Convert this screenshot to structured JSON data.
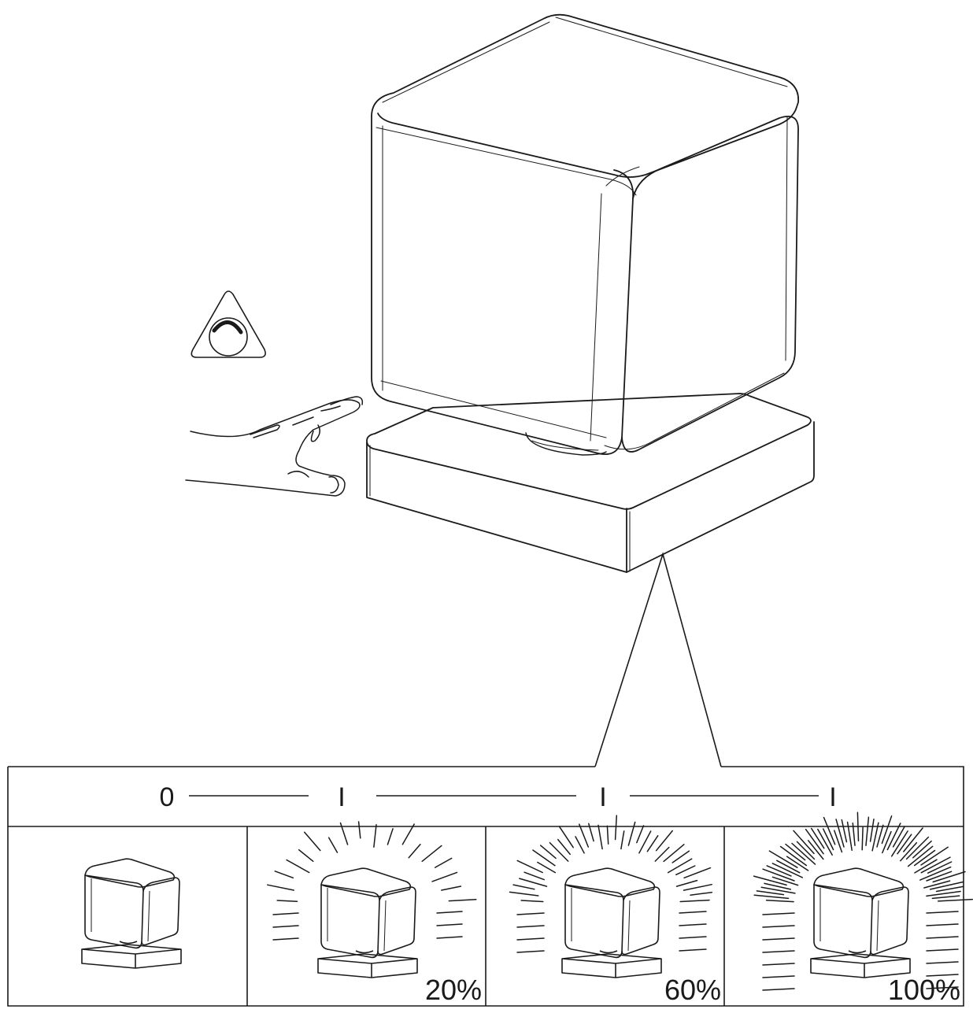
{
  "touch_sequence": {
    "steps": [
      "0",
      "I",
      "I",
      "I"
    ]
  },
  "brightness_panels": [
    {
      "label": ""
    },
    {
      "label": "20%"
    },
    {
      "label": "60%"
    },
    {
      "label": "100%"
    }
  ],
  "icons": {
    "touch_symbol": "dimmer-touch-icon",
    "hand": "hand-icon",
    "lamp": "cube-lamp-icon"
  },
  "colors": {
    "line": "#1a1a1a",
    "background": "#ffffff"
  }
}
